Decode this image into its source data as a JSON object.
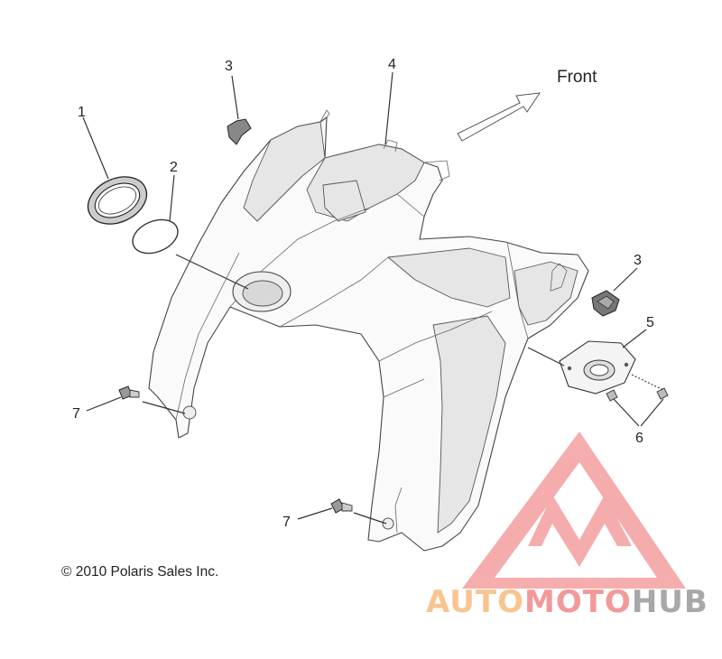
{
  "diagram": {
    "direction_label": "Front",
    "copyright": "© 2010 Polaris Sales Inc.",
    "callouts": {
      "c1": "1",
      "c2": "2",
      "c3a": "3",
      "c3b": "3",
      "c4": "4",
      "c5": "5",
      "c6": "6",
      "c7a": "7",
      "c7b": "7"
    }
  },
  "watermark": {
    "part1": "AUTO",
    "part2": "MOTO",
    "part3": "HUB",
    "colors": {
      "orange": "#f6b26b",
      "red": "#ee7777",
      "gray": "#8c8c8c"
    }
  }
}
